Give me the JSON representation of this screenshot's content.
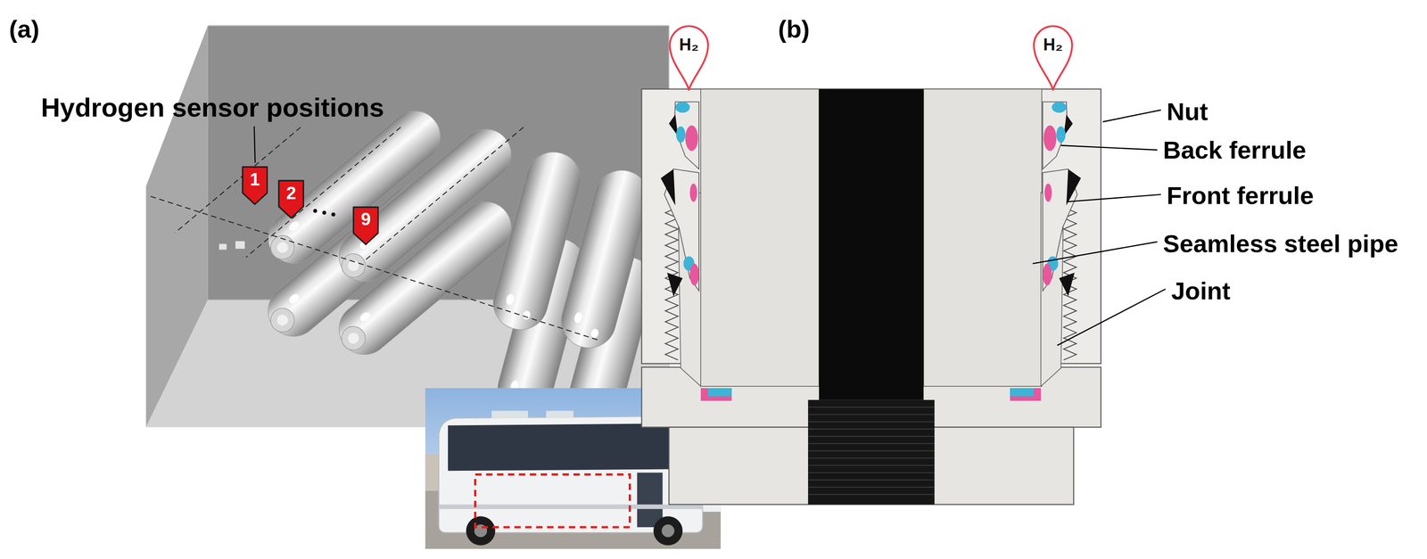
{
  "diagram": {
    "nodes": [
      {
        "text": [
          "1"
        ]
      },
      {
        "text": [
          "2"
        ]
      },
      {
        "text": [
          "9"
        ]
      },
      {
        "text": [
          "H₂"
        ]
      },
      {
        "text": [
          "H₂"
        ]
      }
    ],
    "labels": [
      "(a)",
      "(b)",
      "Hydrogen sensor positions",
      "Nut",
      "Back ferrule",
      "Front ferrule",
      "Seamless steel pipe",
      "Joint"
    ]
  }
}
